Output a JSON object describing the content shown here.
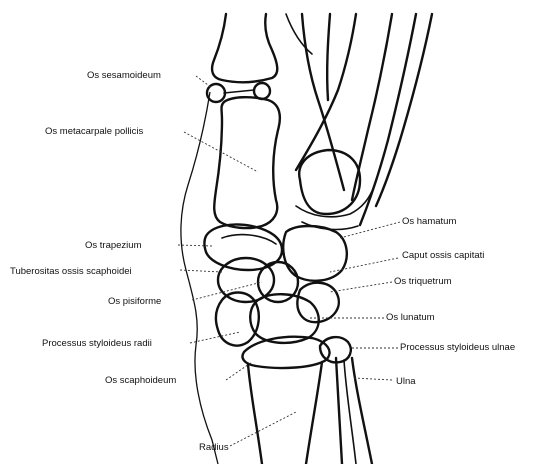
{
  "labels": {
    "os_sesamoideum": "Os sesamoideum",
    "os_metacarpale_pollicis": "Os metacarpale pollicis",
    "os_trapezium": "Os trapezium",
    "tuberositas_ossis_scaphoidei": "Tuberositas ossis scaphoidei",
    "os_pisiforme": "Os pisiforme",
    "processus_styloideus_radii": "Processus styloideus radii",
    "os_scaphoideum": "Os scaphoideum",
    "radius": "Radius",
    "os_hamatum": "Os hamatum",
    "caput_ossis_capitati": "Caput ossis capitati",
    "os_triquetrum": "Os triquetrum",
    "os_lunatum": "Os lunatum",
    "processus_styloideus_ulnae": "Processus styloideus ulnae",
    "ulna": "Ulna"
  },
  "colors": {
    "line": "#111111",
    "background": "#ffffff"
  }
}
